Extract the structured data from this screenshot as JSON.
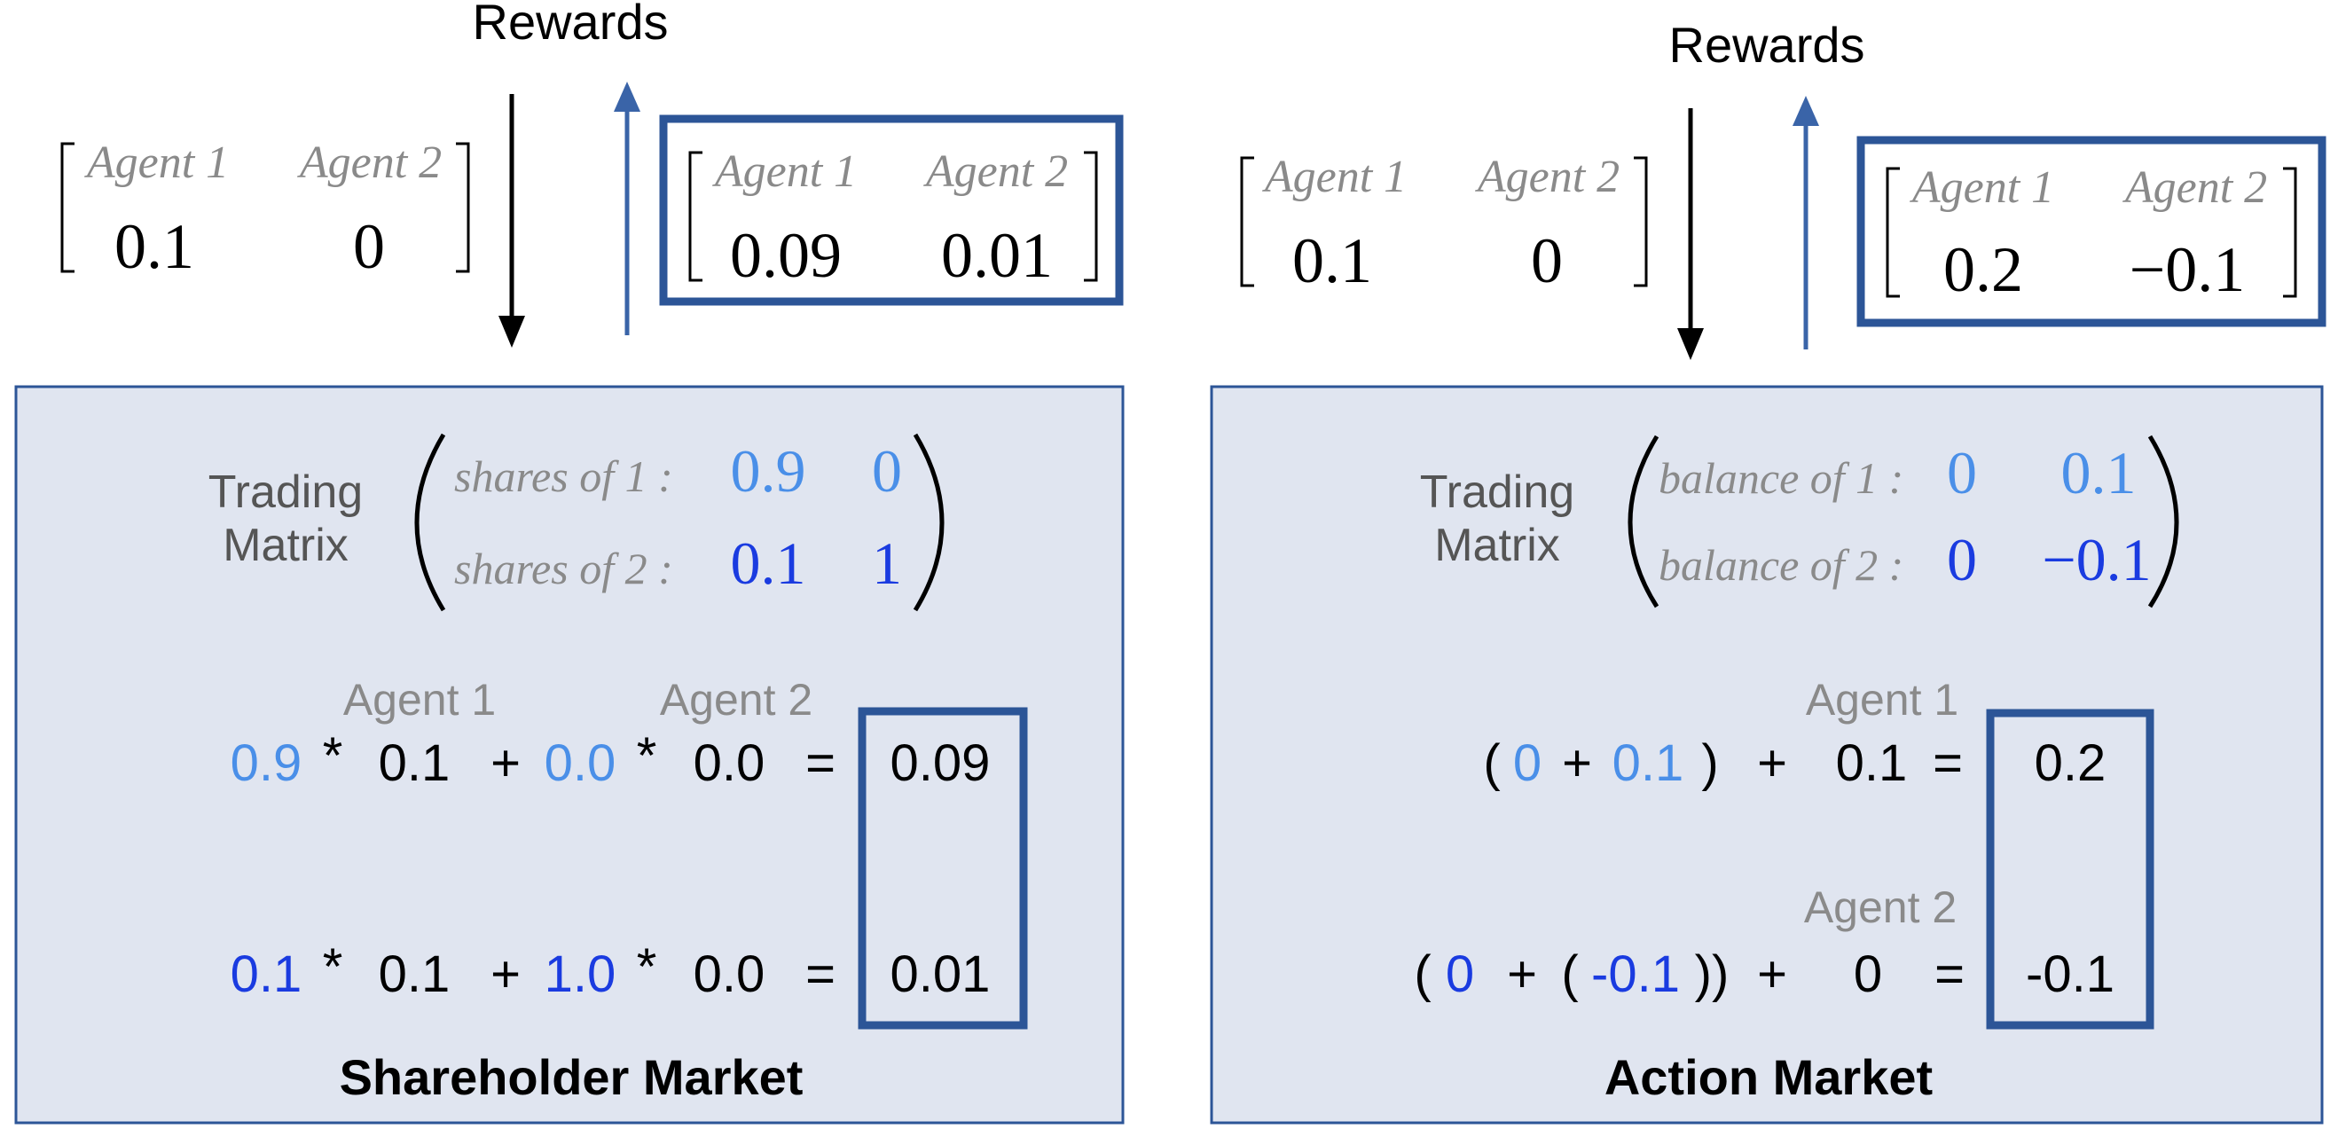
{
  "colors": {
    "panel_fill": "#e0e5f0",
    "panel_stroke": "#2c5597",
    "light_blue": "#4a8fe8",
    "dark_blue": "#1a3be0",
    "gray_text": "#8a8a8a",
    "black_text": "#000000",
    "arrow_blue": "#3a64a8"
  },
  "left": {
    "rewards_label": "Rewards",
    "input_vector": {
      "header1": "Agent 1",
      "header2": "Agent 2",
      "val1": "0.1",
      "val2": "0"
    },
    "output_vector": {
      "header1": "Agent 1",
      "header2": "Agent 2",
      "val1": "0.09",
      "val2": "0.01"
    },
    "trading_label_line1": "Trading",
    "trading_label_line2": "Matrix",
    "matrix_row1": {
      "label": "shares of 1 :",
      "a": "0.9",
      "b": "0"
    },
    "matrix_row2": {
      "label": "shares of 2 :",
      "a": "0.1",
      "b": "1"
    },
    "agent1_label": "Agent 1",
    "agent2_label": "Agent 2",
    "eq1": {
      "w1": "0.9",
      "op1": "*",
      "r1": "0.1",
      "plus": "+",
      "w2": "0.0",
      "op2": "*",
      "r2": "0.0",
      "eq": "=",
      "result": "0.09"
    },
    "eq2": {
      "w1": "0.1",
      "op1": "*",
      "r1": "0.1",
      "plus": "+",
      "w2": "1.0",
      "op2": "*",
      "r2": "0.0",
      "eq": "=",
      "result": "0.01"
    },
    "caption": "Shareholder Market"
  },
  "right": {
    "rewards_label": "Rewards",
    "input_vector": {
      "header1": "Agent 1",
      "header2": "Agent 2",
      "val1": "0.1",
      "val2": "0"
    },
    "output_vector": {
      "header1": "Agent 1",
      "header2": "Agent 2",
      "val1": "0.2",
      "val2": "−0.1"
    },
    "trading_label_line1": "Trading",
    "trading_label_line2": "Matrix",
    "matrix_row1": {
      "label": "balance of 1 :",
      "a": "0",
      "b": "0.1"
    },
    "matrix_row2": {
      "label": "balance of 2 :",
      "a": "0",
      "b": "−0.1"
    },
    "agent1_label": "Agent 1",
    "agent2_label": "Agent 2",
    "eq1": {
      "open": "(",
      "a": "0",
      "plus1": "+",
      "b": "0.1",
      "close": ")",
      "plus2": "+",
      "r": "0.1",
      "eq": "=",
      "result": "0.2"
    },
    "eq2": {
      "open": "(",
      "a": "0",
      "plus1": "+",
      "paren_open": "(",
      "b": "-0.1",
      "paren_close": "))",
      "plus2": "+",
      "r": "0",
      "eq": "=",
      "result": "-0.1"
    },
    "caption": "Action Market"
  }
}
